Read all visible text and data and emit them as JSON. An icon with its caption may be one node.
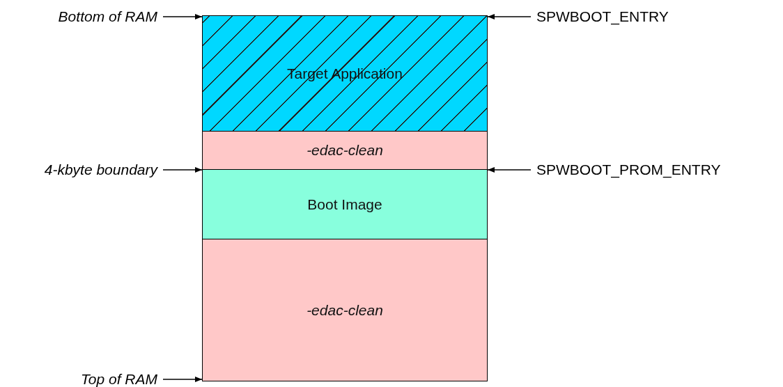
{
  "diagram": {
    "nodes": [
      {
        "text": [
          "Bottom of RAM"
        ]
      },
      {
        "text": [
          "SPWBOOT_ENTRY"
        ]
      },
      {
        "text": [
          "Target Application"
        ]
      },
      {
        "text": [
          "-edac-clean"
        ]
      },
      {
        "text": [
          "4-kbyte boundary"
        ]
      },
      {
        "text": [
          "SPWBOOT_PROM_ENTRY"
        ]
      },
      {
        "text": [
          "Boot Image"
        ]
      },
      {
        "text": [
          "-edac-clean"
        ]
      },
      {
        "text": [
          "Top of RAM"
        ]
      }
    ],
    "edges": [
      {
        "from": 0,
        "to": 2,
        "arrow": "to"
      },
      {
        "from": 1,
        "to": 2,
        "arrow": "to"
      },
      {
        "from": 4,
        "to": 6,
        "arrow": "to"
      },
      {
        "from": 5,
        "to": 6,
        "arrow": "to"
      },
      {
        "from": 8,
        "to": 7,
        "arrow": "to"
      }
    ]
  }
}
